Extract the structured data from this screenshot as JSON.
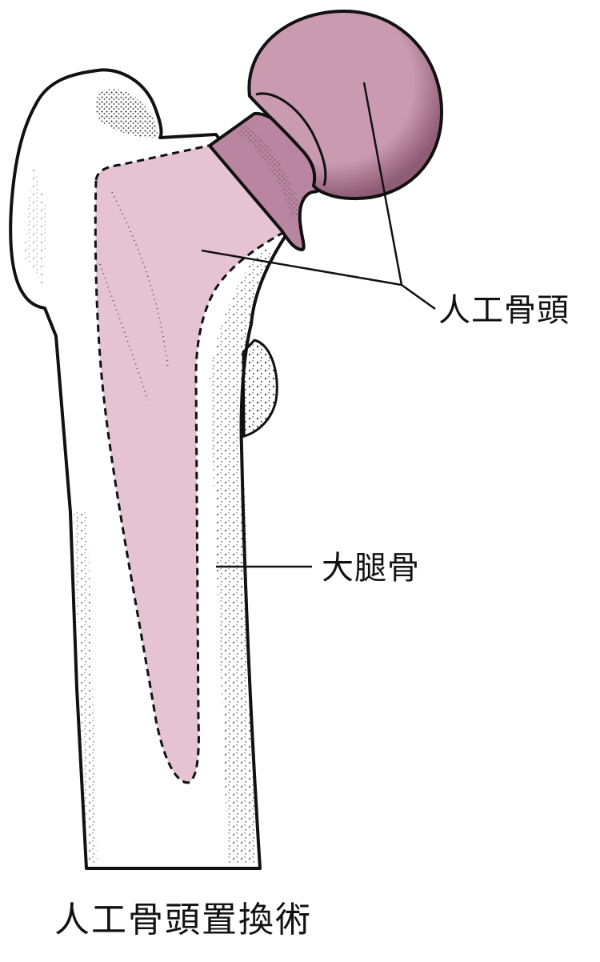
{
  "figure": {
    "caption": "人工骨頭置換術",
    "labels": {
      "artificial_femoral_head": "人工骨頭",
      "femur": "大腿骨"
    },
    "colors": {
      "prosthesis_head": "#c99ab0",
      "prosthesis_stem": "#e6c3d2",
      "bone": "#ffffff",
      "outline": "#111111"
    }
  }
}
